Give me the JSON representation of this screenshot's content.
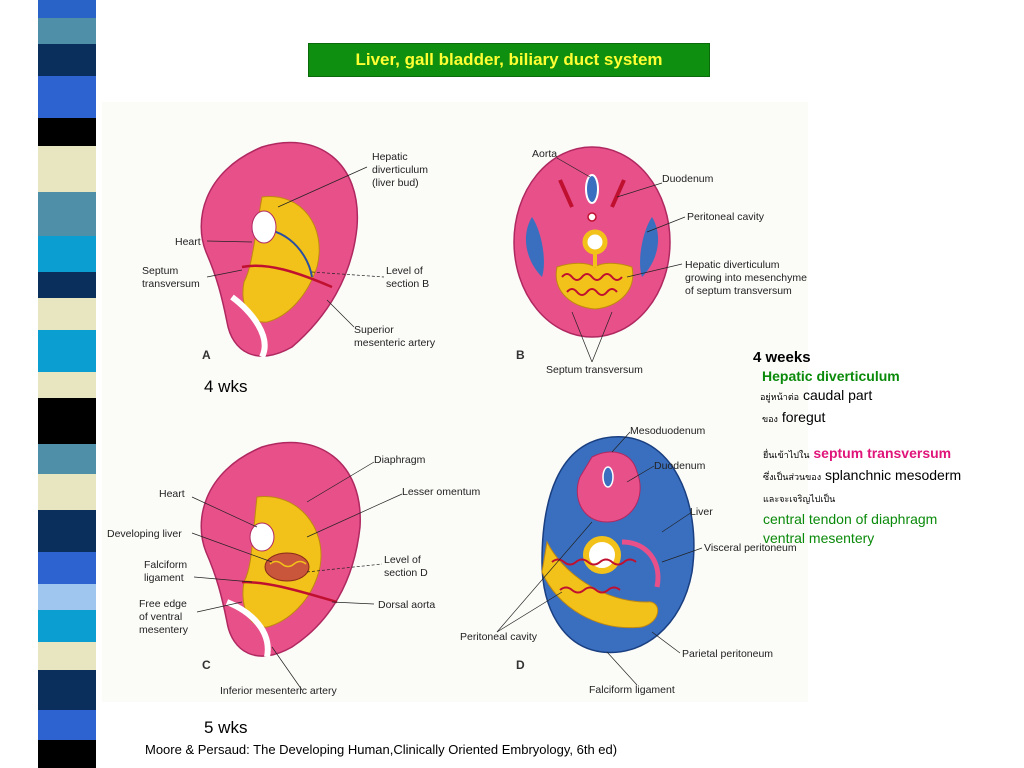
{
  "title": "Liver, gall bladder, biliary duct system",
  "figure": {
    "panel_a": {
      "letter": "A",
      "labels": [
        "Hepatic",
        "diverticulum",
        "(liver bud)",
        "Heart",
        "Septum",
        "transversum",
        "Level of",
        "section B",
        "Superior",
        "mesenteric artery"
      ]
    },
    "panel_b": {
      "letter": "B",
      "labels": [
        "Aorta",
        "Duodenum",
        "Peritoneal cavity",
        "Hepatic diverticulum",
        "growing into mesenchyme",
        "of septum transversum",
        "Septum transversum"
      ]
    },
    "panel_c": {
      "letter": "C",
      "labels": [
        "Diaphragm",
        "Heart",
        "Lesser omentum",
        "Developing liver",
        "Falciform",
        "ligament",
        "Level of",
        "section D",
        "Free edge",
        "of ventral",
        "mesentery",
        "Dorsal aorta",
        "Inferior mesenteric artery"
      ]
    },
    "panel_d": {
      "letter": "D",
      "labels": [
        "Mesoduodenum",
        "Duodenum",
        "Liver",
        "Visceral peritoneum",
        "Peritoneal cavity",
        "Parietal peritoneum",
        "Falciform ligament"
      ]
    }
  },
  "captions": {
    "four_wks": "4 wks",
    "five_wks": "5 wks"
  },
  "notes": {
    "heading": "4 weeks",
    "hepatic": "Hepatic diverticulum",
    "line1_thai": "อยู่หน้าต่อ",
    "line1_en": "caudal part",
    "line2_thai": "ของ",
    "line2_en": "foregut",
    "line3_thai": "ยื่นเข้าไปใน",
    "line3_en": "septum transversum",
    "line4_thai": "ซึ่งเป็นส่วนของ",
    "line4_en": "splanchnic mesoderm",
    "line5_thai": "และจะเจริญไปเป็น",
    "line6": "central tendon of diaphragm",
    "line7": "ventral mesentery"
  },
  "reference": "Moore & Persaud: The Developing Human,Clinically Oriented Embryology,  6th ed)",
  "colors": {
    "title_bg": "#0f8f0f",
    "title_text": "#ffff33",
    "embryo_pink": "#e8508a",
    "liver_yellow": "#f2c21a",
    "cavity_blue": "#3a6fc0",
    "notes_green": "#0a8a0a",
    "notes_pink": "#e0157a"
  }
}
